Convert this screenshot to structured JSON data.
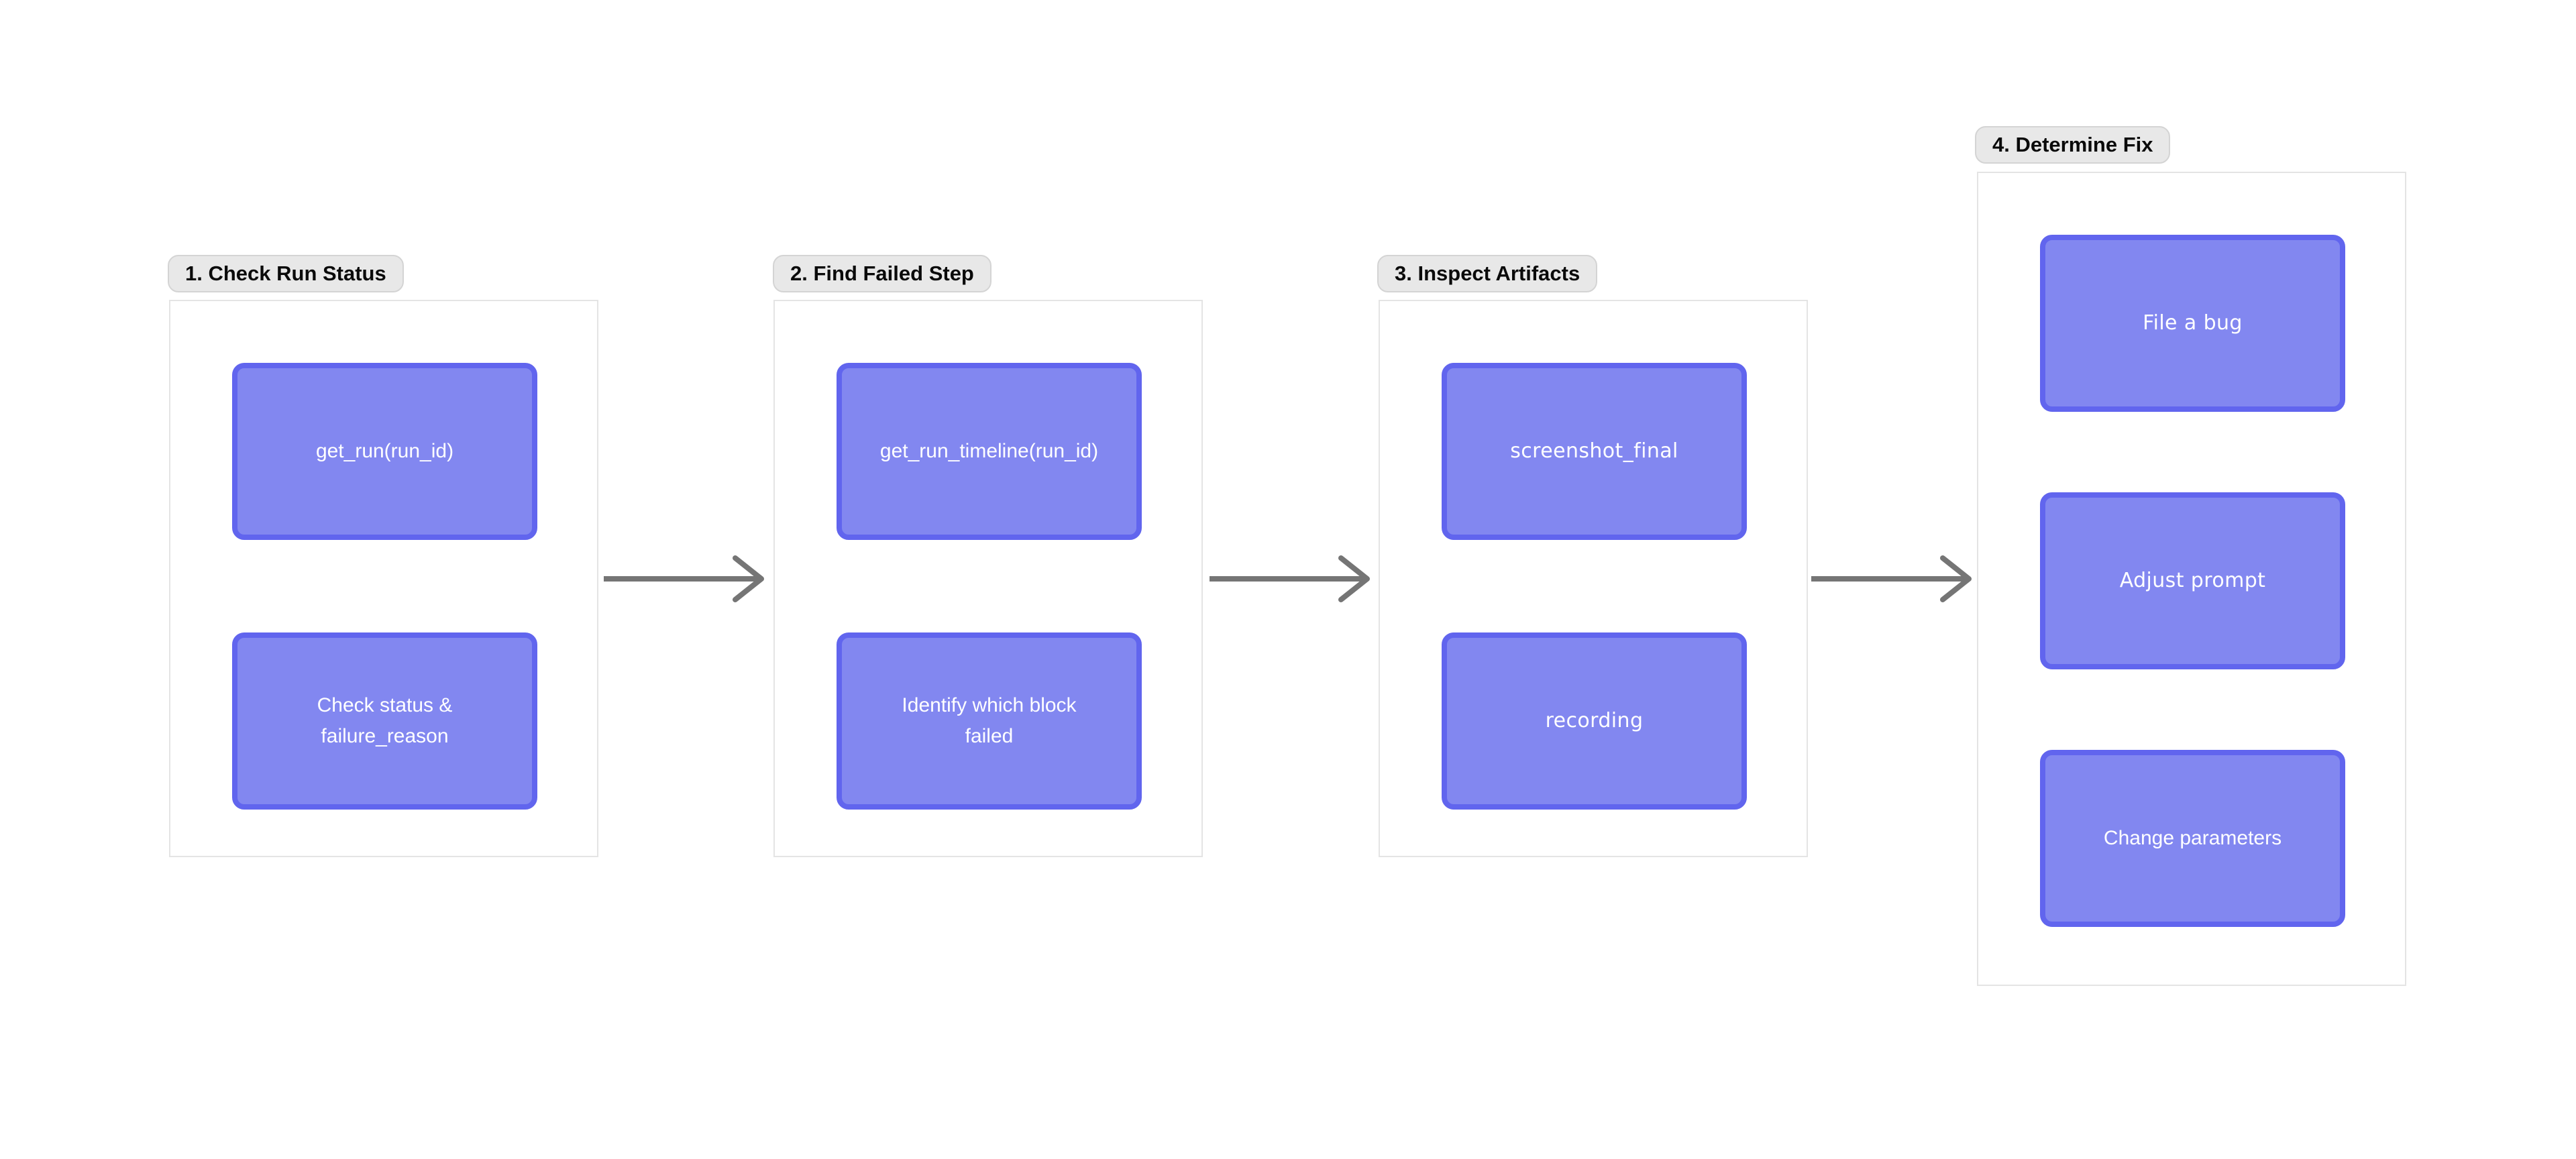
{
  "diagram": {
    "title": "",
    "groups": [
      {
        "label": "1. Check Run Status",
        "nodes": [
          {
            "label": "get_run(run_id)"
          },
          {
            "label": "Check status &\nfailure_reason"
          }
        ]
      },
      {
        "label": "2. Find Failed Step",
        "nodes": [
          {
            "label": "get_run_timeline(run_id)"
          },
          {
            "label": "Identify which block\nfailed"
          }
        ]
      },
      {
        "label": "3. Inspect Artifacts",
        "nodes": [
          {
            "label": "screenshot_final"
          },
          {
            "label": "recording"
          }
        ]
      },
      {
        "label": "4. Determine Fix",
        "nodes": [
          {
            "label": "File a bug"
          },
          {
            "label": "Adjust prompt"
          },
          {
            "label": "Change parameters"
          }
        ]
      }
    ],
    "flow": [
      "1. Check Run Status -> 2. Find Failed Step",
      "2. Find Failed Step -> 3. Inspect Artifacts",
      "3. Inspect Artifacts -> 4. Determine Fix"
    ],
    "colors": {
      "background": "#ffffff",
      "node_fill": "#8287f0",
      "node_border": "#6165ee",
      "node_text": "#ffffff",
      "group_frame_border": "#e4e4e4",
      "badge_bg": "#e8e8e8",
      "badge_border": "#d4d4d4",
      "badge_text": "#0a0a0a",
      "arrow": "#757575"
    }
  }
}
